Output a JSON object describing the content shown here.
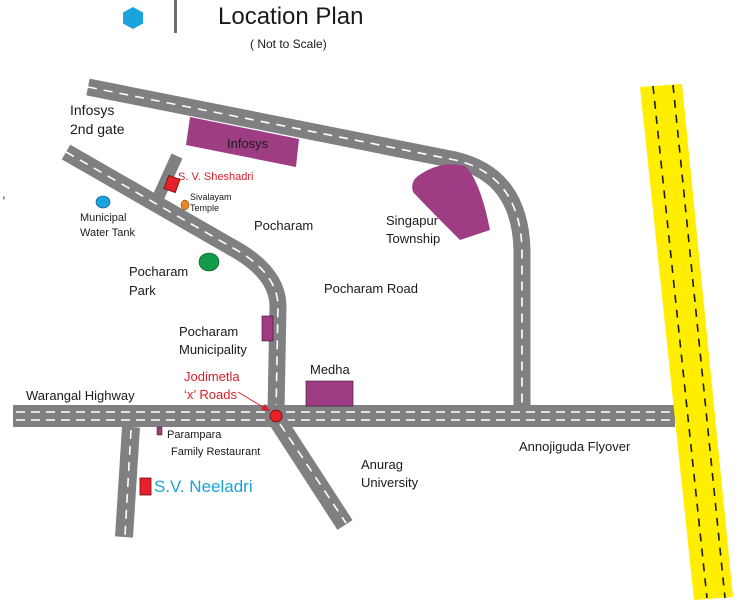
{
  "header": {
    "title": "Location Plan",
    "subtitle": "( Not to Scale)",
    "logo_icon": "hexagon-icon",
    "logo_color": "#1ba3e0"
  },
  "colors": {
    "road": "#808083",
    "road_dash": "#ffffff",
    "flyover": "#ffee00",
    "flyover_dash": "#1a1a1a",
    "building": "#9e3d84",
    "project": "#e8202a",
    "junction": "#e8202a",
    "water_tank": "#1ba3e0",
    "temple": "#e8862a",
    "park": "#129b48",
    "highlight_text": "#1ba3d6",
    "pointer_text": "#d8202a"
  },
  "labels": {
    "infosys_2nd_gate": [
      "Infosys",
      "2nd gate"
    ],
    "infosys": "Infosys",
    "sv_sheshadri": "S. V. Sheshadri",
    "sivalayam_temple": [
      "Sivalayam",
      "Temple"
    ],
    "municipal_water_tank": [
      "Municipal",
      "Water Tank"
    ],
    "pocharam": "Pocharam",
    "singapur_township": [
      "Singapur",
      "Township"
    ],
    "pocharam_park": [
      "Pocharam",
      "Park"
    ],
    "pocharam_road": "Pocharam Road",
    "pocharam_municipality": [
      "Pocharam",
      "Municipality"
    ],
    "jodimetla_x_roads": [
      "Jodimetla",
      "‘x’ Roads"
    ],
    "medha": "Medha",
    "warangal_highway": "Warangal Highway",
    "parampara": [
      "Parampara",
      "Family Restaurant"
    ],
    "sv_neeladri": "S.V. Neeladri",
    "anurag_university": [
      "Anurag",
      "University"
    ],
    "annojiguda_flyover": "Annojiguda Flyover",
    "stray_mark": ","
  }
}
